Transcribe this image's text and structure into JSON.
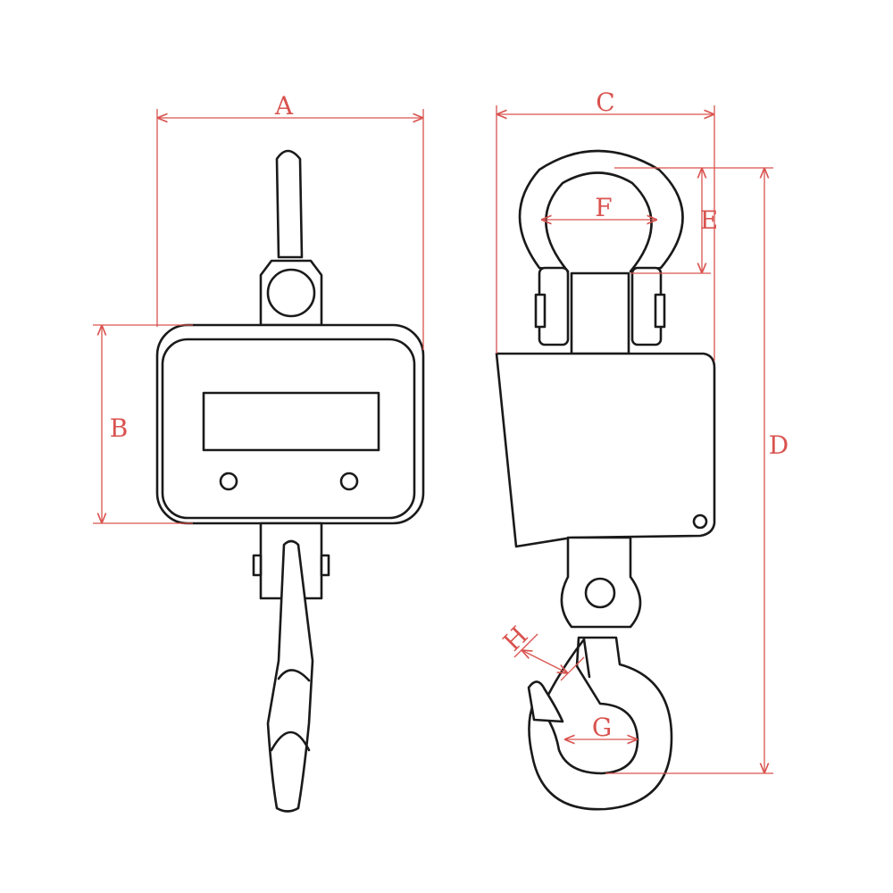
{
  "colors": {
    "dimension": "#d9534f",
    "outline": "#1a1a1a",
    "background": "#ffffff"
  },
  "labels": {
    "A": "A",
    "B": "B",
    "C": "C",
    "D": "D",
    "E": "E",
    "F": "F",
    "G": "G",
    "H": "H"
  }
}
